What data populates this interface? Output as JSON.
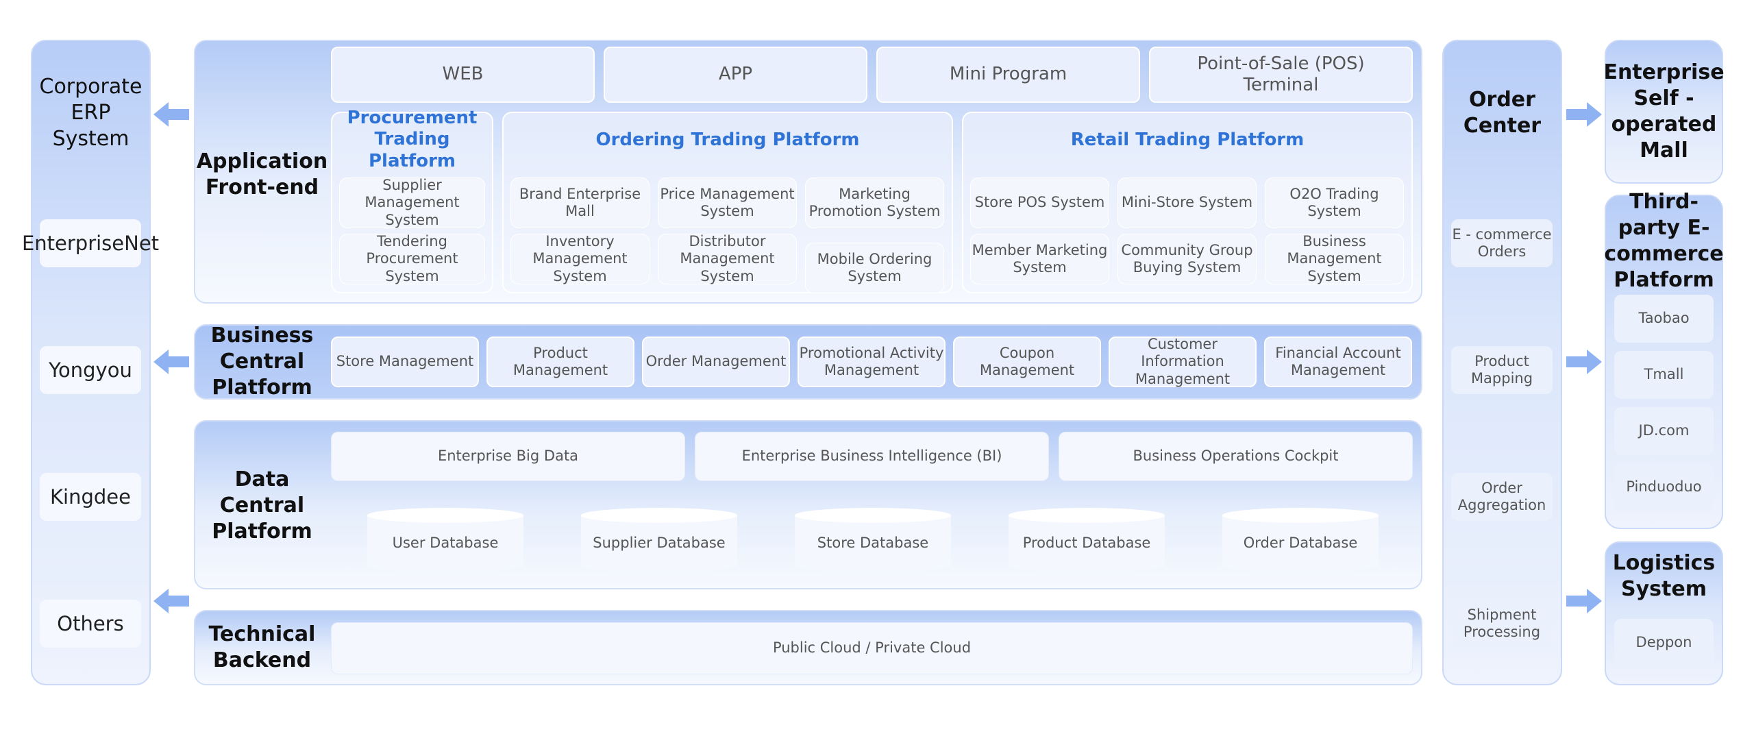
{
  "erp_column": {
    "title": "Corporate ERP System",
    "items": [
      "EnterpriseNet",
      "Yongyou",
      "Kingdee",
      "Others"
    ]
  },
  "application_front_end": {
    "title": "Application Front-end",
    "channels": [
      "WEB",
      "APP",
      "Mini Program",
      "Point-of-Sale (POS) Terminal"
    ],
    "procurement": {
      "title": "Procurement Trading Platform",
      "items": [
        "Supplier Management System",
        "Tendering Procurement System"
      ]
    },
    "ordering": {
      "title": "Ordering Trading Platform",
      "items": [
        "Brand Enterprise Mall",
        "Price Management System",
        "Marketing Promotion System",
        "Inventory Management System",
        "Distributor Management System",
        "Mobile Ordering System"
      ]
    },
    "retail": {
      "title": "Retail Trading Platform",
      "items": [
        "Store POS System",
        "Mini-Store System",
        "O2O Trading System",
        "Member Marketing System",
        "Community Group Buying System",
        "Business Management System"
      ]
    }
  },
  "business_central": {
    "title": "Business Central Platform",
    "items": [
      "Store Management",
      "Product Management",
      "Order Management",
      "Promotional Activity Management",
      "Coupon Management",
      "Customer Information Management",
      "Financial Account Management"
    ]
  },
  "data_central": {
    "title": "Data Central Platform",
    "top_items": [
      "Enterprise Big Data",
      "Enterprise Business Intelligence (BI)",
      "Business Operations Cockpit"
    ],
    "databases": [
      "User Database",
      "Supplier Database",
      "Store Database",
      "Product Database",
      "Order Database"
    ]
  },
  "technical_backend": {
    "title": "Technical Backend",
    "item": "Public Cloud / Private Cloud"
  },
  "order_center": {
    "title": "Order Center",
    "items": [
      "E - commerce Orders",
      "Product Mapping",
      "Order Aggregation",
      "Shipment Processing"
    ]
  },
  "external": {
    "self_mall": "Enterprise Self - operated Mall",
    "third_party": {
      "title": "Third-party E-commerce Platform",
      "items": [
        "Taobao",
        "Tmall",
        "JD.com",
        "Pinduoduo"
      ]
    },
    "logistics": {
      "title": "Logistics System",
      "items": [
        "Deppon"
      ]
    }
  },
  "colors": {
    "accent_title": "#2f73d6",
    "arrow": "#8fb2f2",
    "panel_top": "#b4cbf6"
  }
}
